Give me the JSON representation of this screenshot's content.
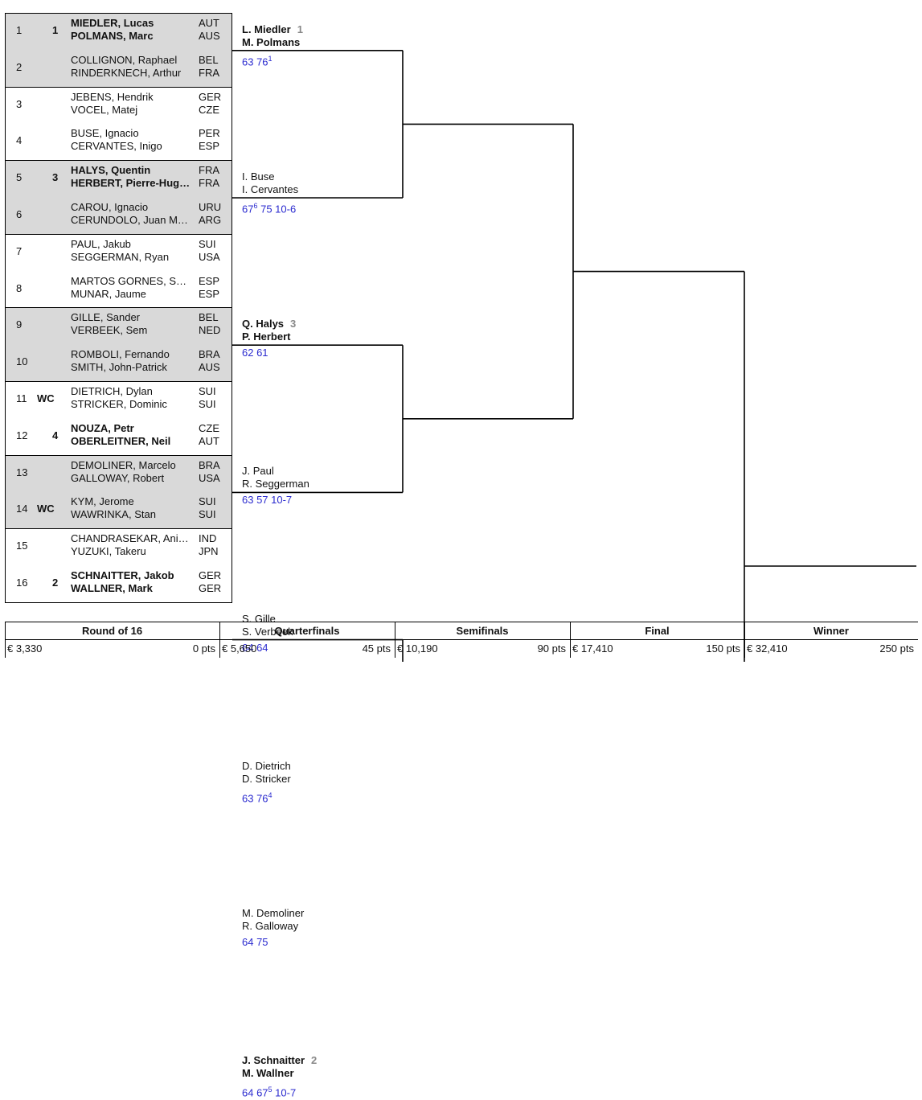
{
  "draw": {
    "entries": [
      {
        "num": "1",
        "seed": "1",
        "p1": "MIEDLER, Lucas",
        "c1": "AUT",
        "p2": "POLMANS, Marc",
        "c2": "AUS",
        "bold": true
      },
      {
        "num": "2",
        "seed": "",
        "p1": "COLLIGNON, Raphael",
        "c1": "BEL",
        "p2": "RINDERKNECH, Arthur",
        "c2": "FRA",
        "bold": false
      },
      {
        "num": "3",
        "seed": "",
        "p1": "JEBENS, Hendrik",
        "c1": "GER",
        "p2": "VOCEL, Matej",
        "c2": "CZE",
        "bold": false
      },
      {
        "num": "4",
        "seed": "",
        "p1": "BUSE, Ignacio",
        "c1": "PER",
        "p2": "CERVANTES, Inigo",
        "c2": "ESP",
        "bold": false
      },
      {
        "num": "5",
        "seed": "3",
        "p1": "HALYS, Quentin",
        "c1": "FRA",
        "p2": "HERBERT, Pierre-Hug…",
        "c2": "FRA",
        "bold": true
      },
      {
        "num": "6",
        "seed": "",
        "p1": "CAROU, Ignacio",
        "c1": "URU",
        "p2": "CERUNDOLO, Juan M…",
        "c2": "ARG",
        "bold": false
      },
      {
        "num": "7",
        "seed": "",
        "p1": "PAUL, Jakub",
        "c1": "SUI",
        "p2": "SEGGERMAN, Ryan",
        "c2": "USA",
        "bold": false
      },
      {
        "num": "8",
        "seed": "",
        "p1": "MARTOS GORNES, S…",
        "c1": "ESP",
        "p2": "MUNAR, Jaume",
        "c2": "ESP",
        "bold": false
      },
      {
        "num": "9",
        "seed": "",
        "p1": "GILLE, Sander",
        "c1": "BEL",
        "p2": "VERBEEK, Sem",
        "c2": "NED",
        "bold": false
      },
      {
        "num": "10",
        "seed": "",
        "p1": "ROMBOLI, Fernando",
        "c1": "BRA",
        "p2": "SMITH, John-Patrick",
        "c2": "AUS",
        "bold": false
      },
      {
        "num": "11",
        "seed": "WC",
        "p1": "DIETRICH, Dylan",
        "c1": "SUI",
        "p2": "STRICKER, Dominic",
        "c2": "SUI",
        "bold": false
      },
      {
        "num": "12",
        "seed": "4",
        "p1": "NOUZA, Petr",
        "c1": "CZE",
        "p2": "OBERLEITNER, Neil",
        "c2": "AUT",
        "bold": true
      },
      {
        "num": "13",
        "seed": "",
        "p1": "DEMOLINER, Marcelo",
        "c1": "BRA",
        "p2": "GALLOWAY, Robert",
        "c2": "USA",
        "bold": false
      },
      {
        "num": "14",
        "seed": "WC",
        "p1": "KYM, Jerome",
        "c1": "SUI",
        "p2": "WAWRINKA, Stan",
        "c2": "SUI",
        "bold": false
      },
      {
        "num": "15",
        "seed": "",
        "p1": "CHANDRASEKAR, Ani…",
        "c1": "IND",
        "p2": "YUZUKI, Takeru",
        "c2": "JPN",
        "bold": false
      },
      {
        "num": "16",
        "seed": "2",
        "p1": "SCHNAITTER, Jakob",
        "c1": "GER",
        "p2": "WALLNER, Mark",
        "c2": "GER",
        "bold": true
      }
    ],
    "round2": [
      {
        "p1": "L. Miedler",
        "p2": "M. Polmans",
        "seed": "1",
        "bold": true,
        "score": "63 76",
        "sup": "1",
        "tail": ""
      },
      {
        "p1": "I. Buse",
        "p2": "I. Cervantes",
        "seed": "",
        "bold": false,
        "score": "67",
        "sup": "6",
        "tail": " 75 10-6"
      },
      {
        "p1": "Q. Halys",
        "p2": "P. Herbert",
        "seed": "3",
        "bold": true,
        "score": "62 61",
        "sup": "",
        "tail": ""
      },
      {
        "p1": "J. Paul",
        "p2": "R. Seggerman",
        "seed": "",
        "bold": false,
        "score": "63 57 10-7",
        "sup": "",
        "tail": ""
      },
      {
        "p1": "S. Gille",
        "p2": "S. Verbeek",
        "seed": "",
        "bold": false,
        "score": "64 64",
        "sup": "",
        "tail": ""
      },
      {
        "p1": "D. Dietrich",
        "p2": "D. Stricker",
        "seed": "",
        "bold": false,
        "score": "63 76",
        "sup": "4",
        "tail": ""
      },
      {
        "p1": "M. Demoliner",
        "p2": "R. Galloway",
        "seed": "",
        "bold": false,
        "score": "64 75",
        "sup": "",
        "tail": ""
      },
      {
        "p1": "J. Schnaitter",
        "p2": "M. Wallner",
        "seed": "2",
        "bold": true,
        "score": "64 67",
        "sup": "5",
        "tail": " 10-7"
      }
    ]
  },
  "prize_table": [
    {
      "round": "Round of 16",
      "money": "€ 3,330",
      "pts": "0 pts"
    },
    {
      "round": "Quarterfinals",
      "money": "€ 5,650",
      "pts": "45 pts"
    },
    {
      "round": "Semifinals",
      "money": "€ 10,190",
      "pts": "90 pts"
    },
    {
      "round": "Final",
      "money": "€ 17,410",
      "pts": "150 pts"
    },
    {
      "round": "Winner",
      "money": "€ 32,410",
      "pts": "250 pts"
    }
  ],
  "colors": {
    "score": "#2b2bcf",
    "shade": "#d9d9d9",
    "seed_r2": "#888888"
  }
}
